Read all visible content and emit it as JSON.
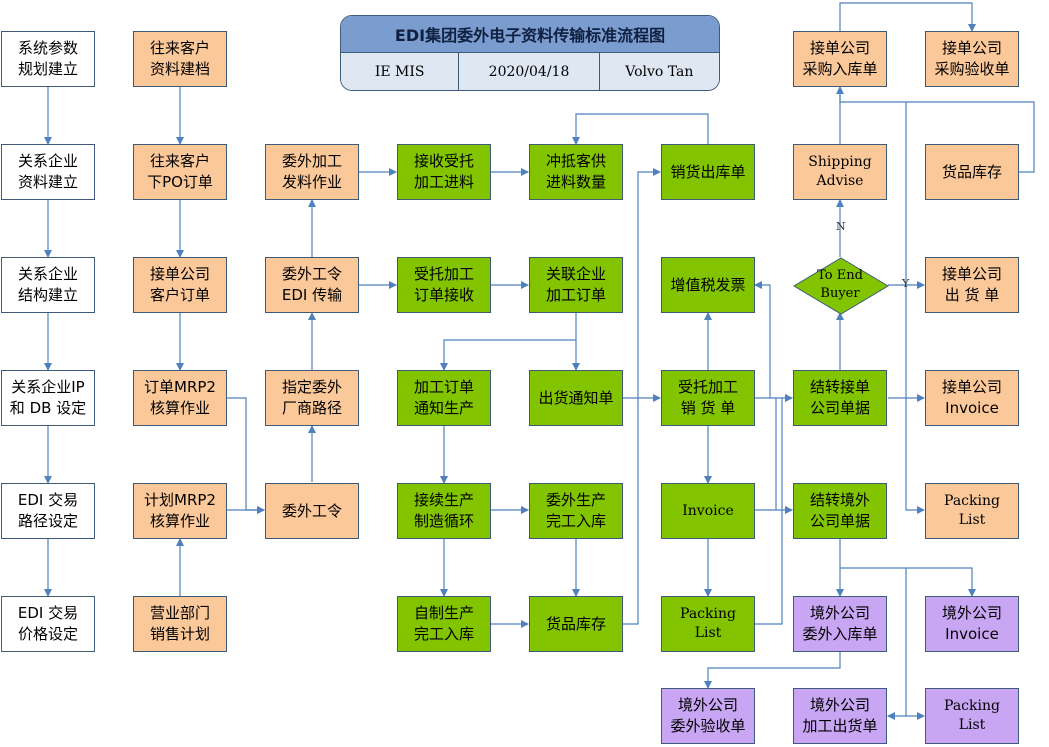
{
  "header": {
    "title": "EDI集团委外电子资料传输标准流程图",
    "department": "IE MIS",
    "date": "2020/04/18",
    "author": "Volvo Tan"
  },
  "colors": {
    "white": "#ffffff",
    "orange": "#fbc89a",
    "green": "#82c400",
    "purple": "#c9a6f3",
    "connector": "#4f81bd"
  },
  "setup_column": {
    "sys_params": "系统参数\n规划建立",
    "relation_data": "关系企业\n资料建立",
    "relation_structure": "关系企业\n结构建立",
    "relation_ip_db": "关系企业IP\n和 DB 设定",
    "edi_route": "EDI 交易\n路径设定",
    "edi_price": "EDI 交易\n价格设定"
  },
  "customer_column": {
    "customer_file": "往来客户\n资料建档",
    "customer_po": "往来客户\n下PO订单",
    "receiving_order": "接单公司\n客户订单",
    "order_mrp": "订单MRP2\n核算作业",
    "plan_mrp": "计划MRP2\n核算作业",
    "sales_plan": "营业部门\n销售计划"
  },
  "outsource_column": {
    "material_issue": "委外加工\n发料作业",
    "edi_transfer": "委外工令\nEDI 传输",
    "vendor_route": "指定委外\n厂商路径",
    "work_order": "委外工令"
  },
  "process_column": {
    "receive_material": "接收受托\n加工进料",
    "order_receive": "受托加工\n订单接收",
    "production_notice": "加工订单\n通知生产",
    "production_loop": "接续生产\n制造循环",
    "self_made_in": "自制生产\n完工入库"
  },
  "affiliate_column": {
    "offset_material": "冲抵客供\n进料数量",
    "affiliate_order": "关联企业\n加工订单",
    "shipping_notice": "出货通知单",
    "outsource_in": "委外生产\n完工入库",
    "goods_stock": "货品库存"
  },
  "sales_column": {
    "sales_out": "销货出库单",
    "vat_invoice": "增值税发票",
    "entrusted_sales": "受托加工\n销  货  单",
    "invoice": "Invoice",
    "packing_list": "Packing\nList"
  },
  "settlement_column": {
    "purchase_in": "接单公司\n采购入库单",
    "shipping_advise": "Shipping\nAdvise",
    "decision": "To End\nBuyer",
    "decision_no": "N",
    "decision_yes": "Y",
    "transfer_receiving": "结转接单\n公司单据",
    "transfer_overseas": "结转境外\n公司单据",
    "overseas_in": "境外公司\n委外入库单",
    "overseas_shipping_out": "境外公司\n加工出货单"
  },
  "right_column": {
    "purchase_acceptance": "接单公司\n采购验收单",
    "goods_stock": "货品库存",
    "receiving_shipment": "接单公司\n出  货  单",
    "receiving_invoice": "接单公司\nInvoice",
    "packing_list": "Packing\nList",
    "overseas_invoice": "境外公司\nInvoice",
    "overseas_packing_list": "Packing\nList"
  },
  "bottom_row": {
    "overseas_acceptance": "境外公司\n委外验收单"
  }
}
